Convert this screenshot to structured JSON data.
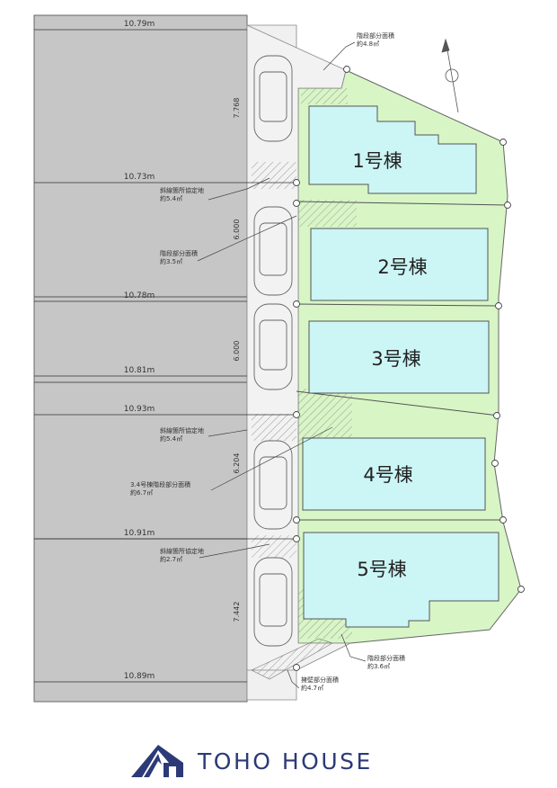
{
  "lots": [
    {
      "width_label": "10.79m"
    },
    {
      "width_label": "10.73m"
    },
    {
      "width_label": "10.78m"
    },
    {
      "width_label": "10.81m"
    },
    {
      "width_label": "10.93m"
    },
    {
      "width_label": "10.91m"
    },
    {
      "width_label": "10.89m"
    }
  ],
  "depths": [
    "7.768",
    "6.000",
    "6.000",
    "6.204",
    "7.442"
  ],
  "buildings": [
    {
      "label": "1号棟"
    },
    {
      "label": "2号棟"
    },
    {
      "label": "3号棟"
    },
    {
      "label": "4号棟"
    },
    {
      "label": "5号棟"
    }
  ],
  "annotations": {
    "stairs_top": [
      "階段部分面積",
      "約4.8㎡"
    ],
    "corner_cut_1": [
      "斜線箇所協定地",
      "約5.4㎡"
    ],
    "stairs_2": [
      "階段部分面積",
      "約3.5㎡"
    ],
    "corner_cut_2": [
      "斜線箇所協定地",
      "約5.4㎡"
    ],
    "stairs_34": [
      "3.4号棟階段部分面積",
      "約6.7㎡"
    ],
    "corner_cut_3": [
      "斜線箇所協定地",
      "約2.7㎡"
    ],
    "stairs_bottom": [
      "階段部分面積",
      "約3.6㎡"
    ],
    "retaining_wall": [
      "擁壁部分面積",
      "約4.7㎡"
    ]
  },
  "logo": {
    "text": "TOHO HOUSE"
  },
  "colors": {
    "building": "#ccf5f5",
    "garden": "#d9f5c9",
    "lot": "#c8c8c8",
    "brand": "#2c3a78"
  }
}
